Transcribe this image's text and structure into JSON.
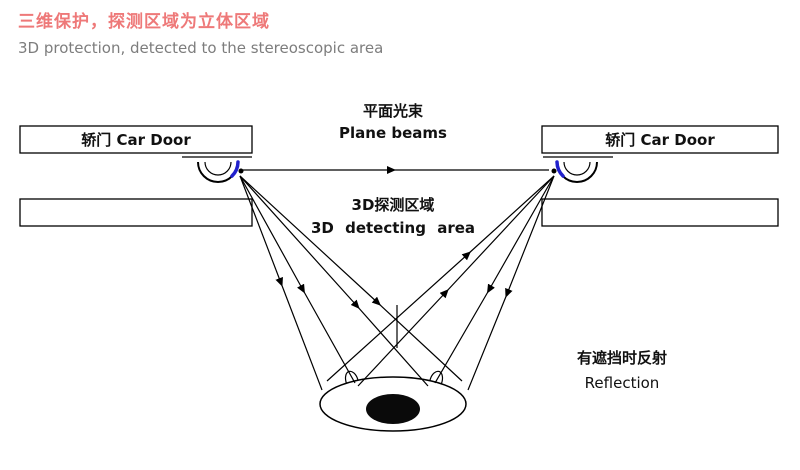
{
  "header": {
    "title_zh": "三维保护，探测区域为立体区域",
    "subtitle_en": "3D protection, detected to the stereoscopic area"
  },
  "labels": {
    "left_door": "轿门 Car Door",
    "right_door": "轿门 Car Door",
    "plane_beams_zh": "平面光束",
    "plane_beams_en": "Plane beams",
    "detect_zh": "3D探测区域",
    "detect_en": "3D detecting area",
    "reflection_zh": "有遮挡时反射",
    "reflection_en": "Reflection"
  },
  "colors": {
    "title": "#ee7979",
    "subtitle": "#7d7d7d",
    "ink": "#000000",
    "sensor_accent": "#2020cc",
    "background": "#ffffff"
  }
}
